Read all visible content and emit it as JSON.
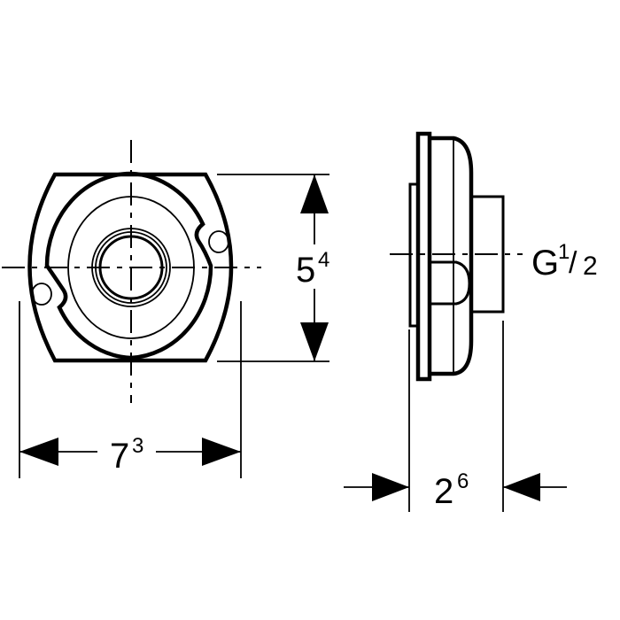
{
  "drawing": {
    "front_view": {
      "width_dimension": {
        "base": "7",
        "sup": "3"
      },
      "height_dimension": {
        "base": "5",
        "sup": "4"
      }
    },
    "side_view": {
      "depth_dimension": {
        "base": "2",
        "sup": "6"
      },
      "thread_label": {
        "prefix": "G",
        "num": "1",
        "slash": "/",
        "den": "2"
      }
    }
  }
}
